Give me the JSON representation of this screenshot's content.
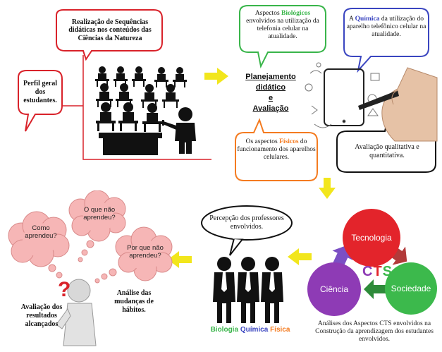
{
  "top_left": {
    "title_bubble": "Realização de Sequências didáticas nos conteúdos das Ciências da Natureza",
    "profile_bubble": "Perfil geral dos estudantes."
  },
  "planning": {
    "label_line1": "Planejamento",
    "label_line2": "didático",
    "label_line3": "e",
    "label_line4": "Avaliação",
    "bio_prefix": "Aspectos ",
    "bio_keyword": "Biológicos",
    "bio_rest": " envolvidos na utilização da telefonia celular na atualidade.",
    "chem_prefix": "A ",
    "chem_keyword": "Química",
    "chem_rest": " da utilização do aparelho telefônico celular na atualidade.",
    "phys_prefix": "Os aspectos ",
    "phys_keyword": "Físicos",
    "phys_rest": " do funcionamento dos aparelhos celulares.",
    "evaluation": "Avaliação qualitativa e quantitativa."
  },
  "cts": {
    "tecnologia": "Tecnologia",
    "sociedade": "Sociedade",
    "ciencia": "Ciência",
    "center_c": "C",
    "center_t": "T",
    "center_s": "S",
    "caption": "Análises dos Aspectos CTS envolvidos na Construção da aprendizagem dos estudantes envolvidos."
  },
  "teachers": {
    "bubble": "Percepção dos professores envolvidos.",
    "label_bio": "Biologia",
    "label_chem": "Química",
    "label_phys": "Física"
  },
  "student": {
    "cloud_1": "Como aprendeu?",
    "cloud_2": "O que não aprendeu?",
    "cloud_3": "Por que não aprendeu?",
    "eval_label": "Avaliação dos resultados alcançados",
    "habits_label": "Análise das mudanças de hábitos."
  },
  "colors": {
    "red": "#d9222a",
    "green": "#39b54a",
    "purple": "#8e3bb5",
    "blue": "#3a45c0",
    "orange": "#f47b20",
    "yellow_arrow": "#f2e61c"
  }
}
